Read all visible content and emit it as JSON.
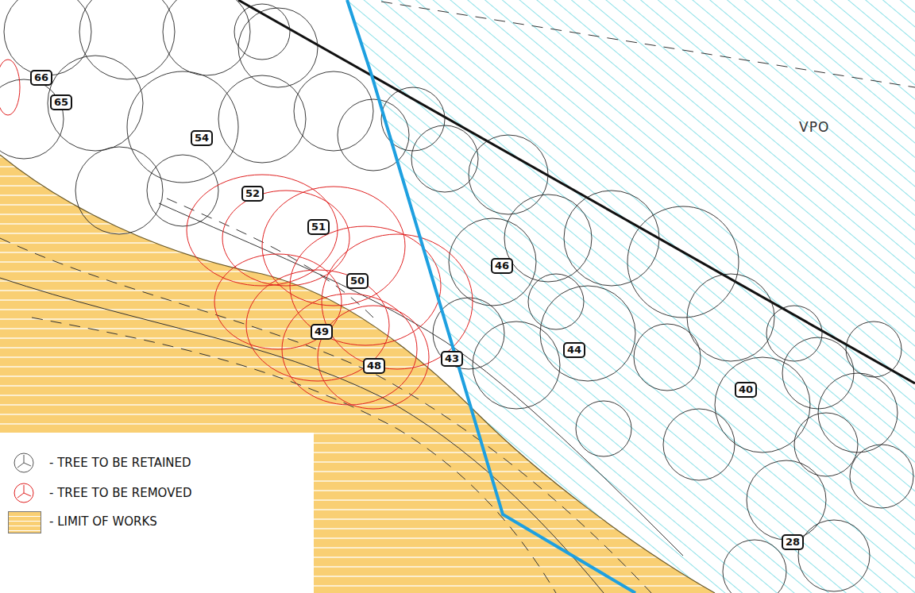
{
  "diagram": {
    "nodes": [
      {
        "text": [
          "66"
        ]
      },
      {
        "text": [
          "65"
        ]
      },
      {
        "text": [
          "54"
        ]
      },
      {
        "text": [
          "52"
        ]
      },
      {
        "text": [
          "51"
        ]
      },
      {
        "text": [
          "50"
        ]
      },
      {
        "text": [
          "49"
        ]
      },
      {
        "text": [
          "48"
        ]
      },
      {
        "text": [
          "43"
        ]
      },
      {
        "text": [
          "46"
        ]
      },
      {
        "text": [
          "44"
        ]
      },
      {
        "text": [
          "40"
        ]
      },
      {
        "text": [
          "28"
        ]
      }
    ],
    "labels": [
      "VPO"
    ],
    "legend": [
      {
        "text": "- TREE TO BE RETAINED"
      },
      {
        "text": "- TREE TO BE REMOVED"
      },
      {
        "text": "- LIMIT OF WORKS",
        "color": "#f9cf73"
      }
    ]
  }
}
